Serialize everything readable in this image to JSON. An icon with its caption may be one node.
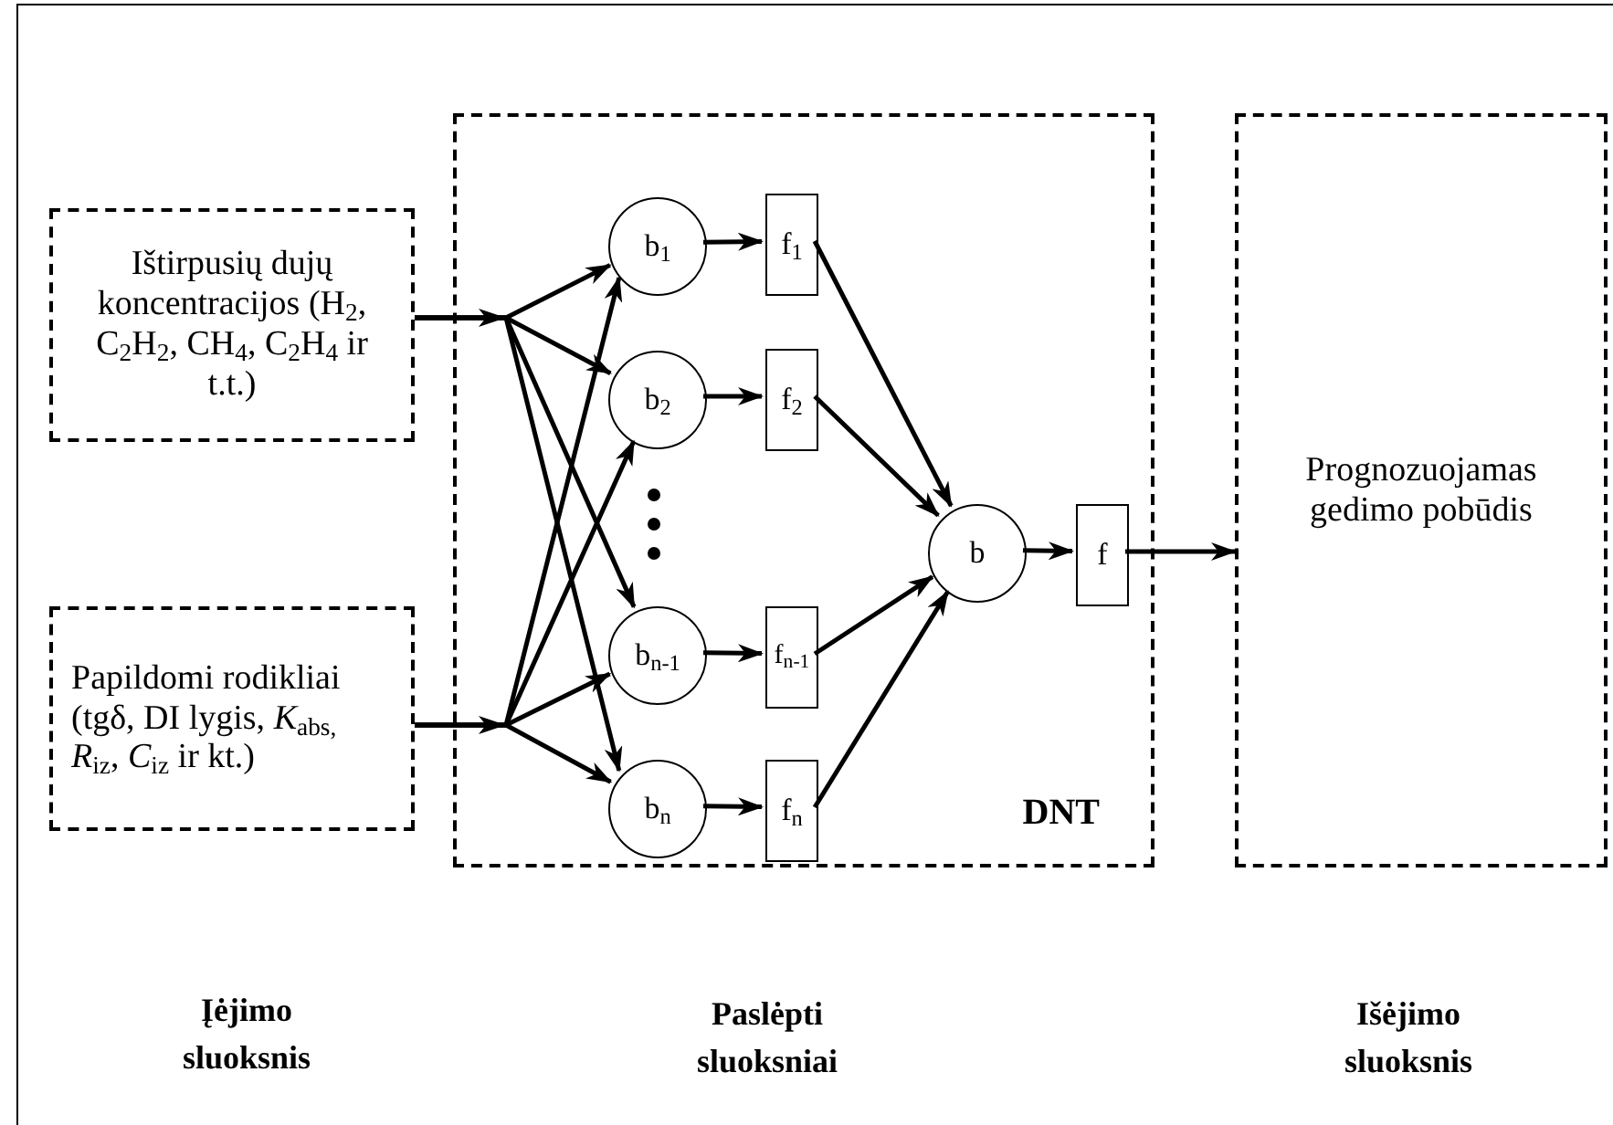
{
  "diagram": {
    "nodes": [
      {
        "text": [
          "Ištirpusių dujų koncentracijos (H$_{2}$, C$_{2}$H$_{2}$, CH$_{4}$, C$_{2}$H$_{4}$ ir t.t.)"
        ]
      },
      {
        "text": [
          "Papildomi rodikliai (tgδ, DI lygis, *K*$_{abs,}$ *R*$_{iz}$, *C*$_{iz}$ ir kt.)"
        ]
      },
      {
        "text": [
          "DNT"
        ]
      },
      {
        "text": [
          "b$_{1}$"
        ],
        "in": 2
      },
      {
        "text": [
          "f$_{1}$"
        ],
        "in": 2
      },
      {
        "text": [
          "b$_{2}$"
        ],
        "in": 2
      },
      {
        "text": [
          "f$_{2}$"
        ],
        "in": 2
      },
      {
        "text": [
          "b$_{n-1}$"
        ],
        "in": 2
      },
      {
        "text": [
          "f$_{n-1}$"
        ],
        "in": 2
      },
      {
        "text": [
          "b$_{n}$"
        ],
        "in": 2
      },
      {
        "text": [
          "f$_{n}$"
        ],
        "in": 2
      },
      {
        "text": [
          "b"
        ],
        "in": 2
      },
      {
        "text": [
          "f"
        ],
        "in": 2
      },
      {
        "text": [
          "Prognozuojamas gedimo pobūdis"
        ]
      }
    ],
    "edges": [
      {
        "from": 0,
        "to": 3,
        "arrow": "to"
      },
      {
        "from": 0,
        "to": 5,
        "arrow": "to"
      },
      {
        "from": 0,
        "to": 7,
        "arrow": "to"
      },
      {
        "from": 0,
        "to": 9,
        "arrow": "to"
      },
      {
        "from": 1,
        "to": 3,
        "arrow": "to"
      },
      {
        "from": 1,
        "to": 5,
        "arrow": "to"
      },
      {
        "from": 1,
        "to": 7,
        "arrow": "to"
      },
      {
        "from": 1,
        "to": 9,
        "arrow": "to"
      },
      {
        "from": 3,
        "to": 4,
        "arrow": "to"
      },
      {
        "from": 5,
        "to": 6,
        "arrow": "to"
      },
      {
        "from": 7,
        "to": 8,
        "arrow": "to"
      },
      {
        "from": 9,
        "to": 10,
        "arrow": "to"
      },
      {
        "from": 4,
        "to": 11,
        "arrow": "to"
      },
      {
        "from": 6,
        "to": 11,
        "arrow": "to"
      },
      {
        "from": 8,
        "to": 11,
        "arrow": "to"
      },
      {
        "from": 10,
        "to": 11,
        "arrow": "to"
      },
      {
        "from": 11,
        "to": 12,
        "arrow": "to"
      },
      {
        "from": 12,
        "to": 13,
        "arrow": "to"
      }
    ],
    "labels": [
      "Įėjimo sluoksnis",
      "Paslėpti sluoksniai",
      "Išėjimo sluoksnis"
    ]
  }
}
